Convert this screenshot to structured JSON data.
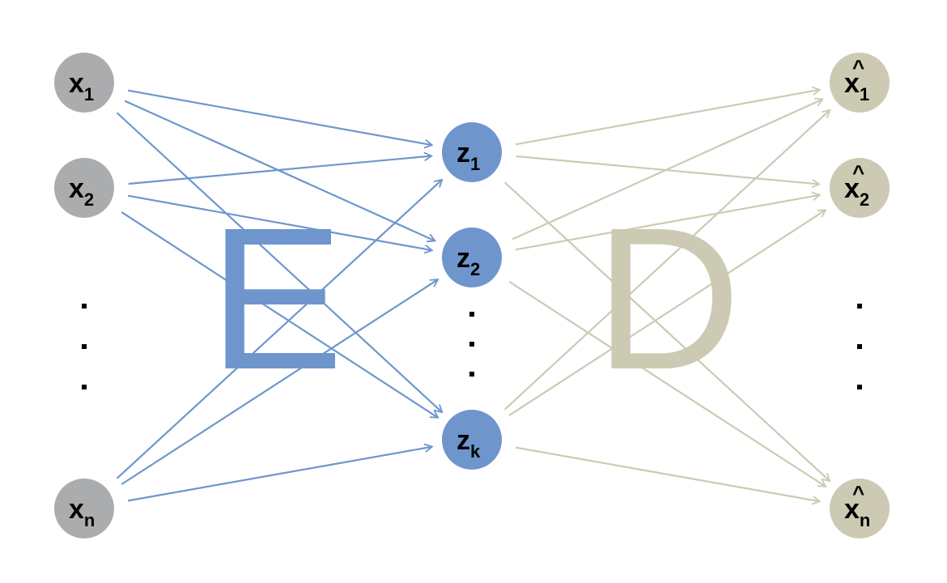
{
  "colors": {
    "input": "#ABACAE",
    "encoder": "#6E96CD",
    "decoder": "#CCCAB3"
  },
  "encoder_label": "E",
  "decoder_label": "D",
  "input_nodes": [
    {
      "base": "x",
      "sub": "1"
    },
    {
      "base": "x",
      "sub": "2"
    },
    {
      "base": "x",
      "sub": "n"
    }
  ],
  "latent_nodes": [
    {
      "base": "z",
      "sub": "1"
    },
    {
      "base": "z",
      "sub": "2"
    },
    {
      "base": "z",
      "sub": "k"
    }
  ],
  "output_nodes": [
    {
      "base": "x",
      "hat": "^",
      "sub": "1"
    },
    {
      "base": "x",
      "hat": "^",
      "sub": "2"
    },
    {
      "base": "x",
      "hat": "^",
      "sub": "n"
    }
  ],
  "connectivity": "fully-connected"
}
